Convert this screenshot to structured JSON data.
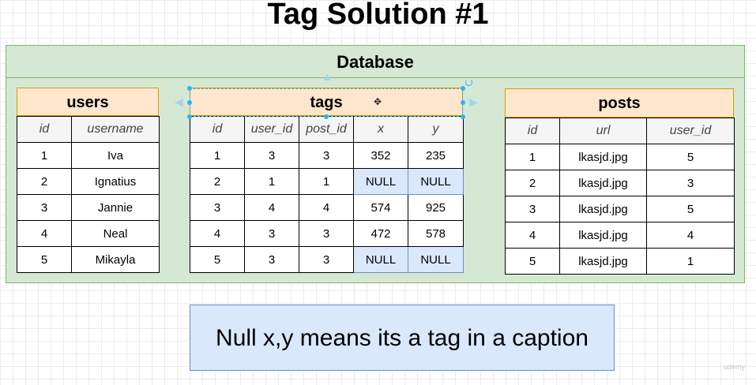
{
  "title": "Tag Solution #1",
  "database": {
    "label": "Database"
  },
  "users": {
    "name": "users",
    "columns": [
      "id",
      "username"
    ],
    "rows": [
      [
        "1",
        "Iva"
      ],
      [
        "2",
        "Ignatius"
      ],
      [
        "3",
        "Jannie"
      ],
      [
        "4",
        "Neal"
      ],
      [
        "5",
        "Mikayla"
      ]
    ]
  },
  "tags": {
    "name": "tags",
    "columns": [
      "id",
      "user_id",
      "post_id",
      "x",
      "y"
    ],
    "rows": [
      [
        "1",
        "3",
        "3",
        "352",
        "235"
      ],
      [
        "2",
        "1",
        "1",
        "NULL",
        "NULL"
      ],
      [
        "3",
        "4",
        "4",
        "574",
        "925"
      ],
      [
        "4",
        "3",
        "3",
        "472",
        "578"
      ],
      [
        "5",
        "3",
        "3",
        "NULL",
        "NULL"
      ]
    ]
  },
  "posts": {
    "name": "posts",
    "columns": [
      "id",
      "url",
      "user_id"
    ],
    "rows": [
      [
        "1",
        "lkasjd.jpg",
        "5"
      ],
      [
        "2",
        "lkasjd.jpg",
        "3"
      ],
      [
        "3",
        "lkasjd.jpg",
        "5"
      ],
      [
        "4",
        "lkasjd.jpg",
        "4"
      ],
      [
        "5",
        "lkasjd.jpg",
        "1"
      ]
    ]
  },
  "note": "Null x,y means its a tag in a caption",
  "watermark": "udemy",
  "colors": {
    "database_fill": "#d5e8d4",
    "table_header_fill": "#ffe6cc",
    "null_fill": "#dae8fc",
    "selection": "#29b6f2"
  }
}
